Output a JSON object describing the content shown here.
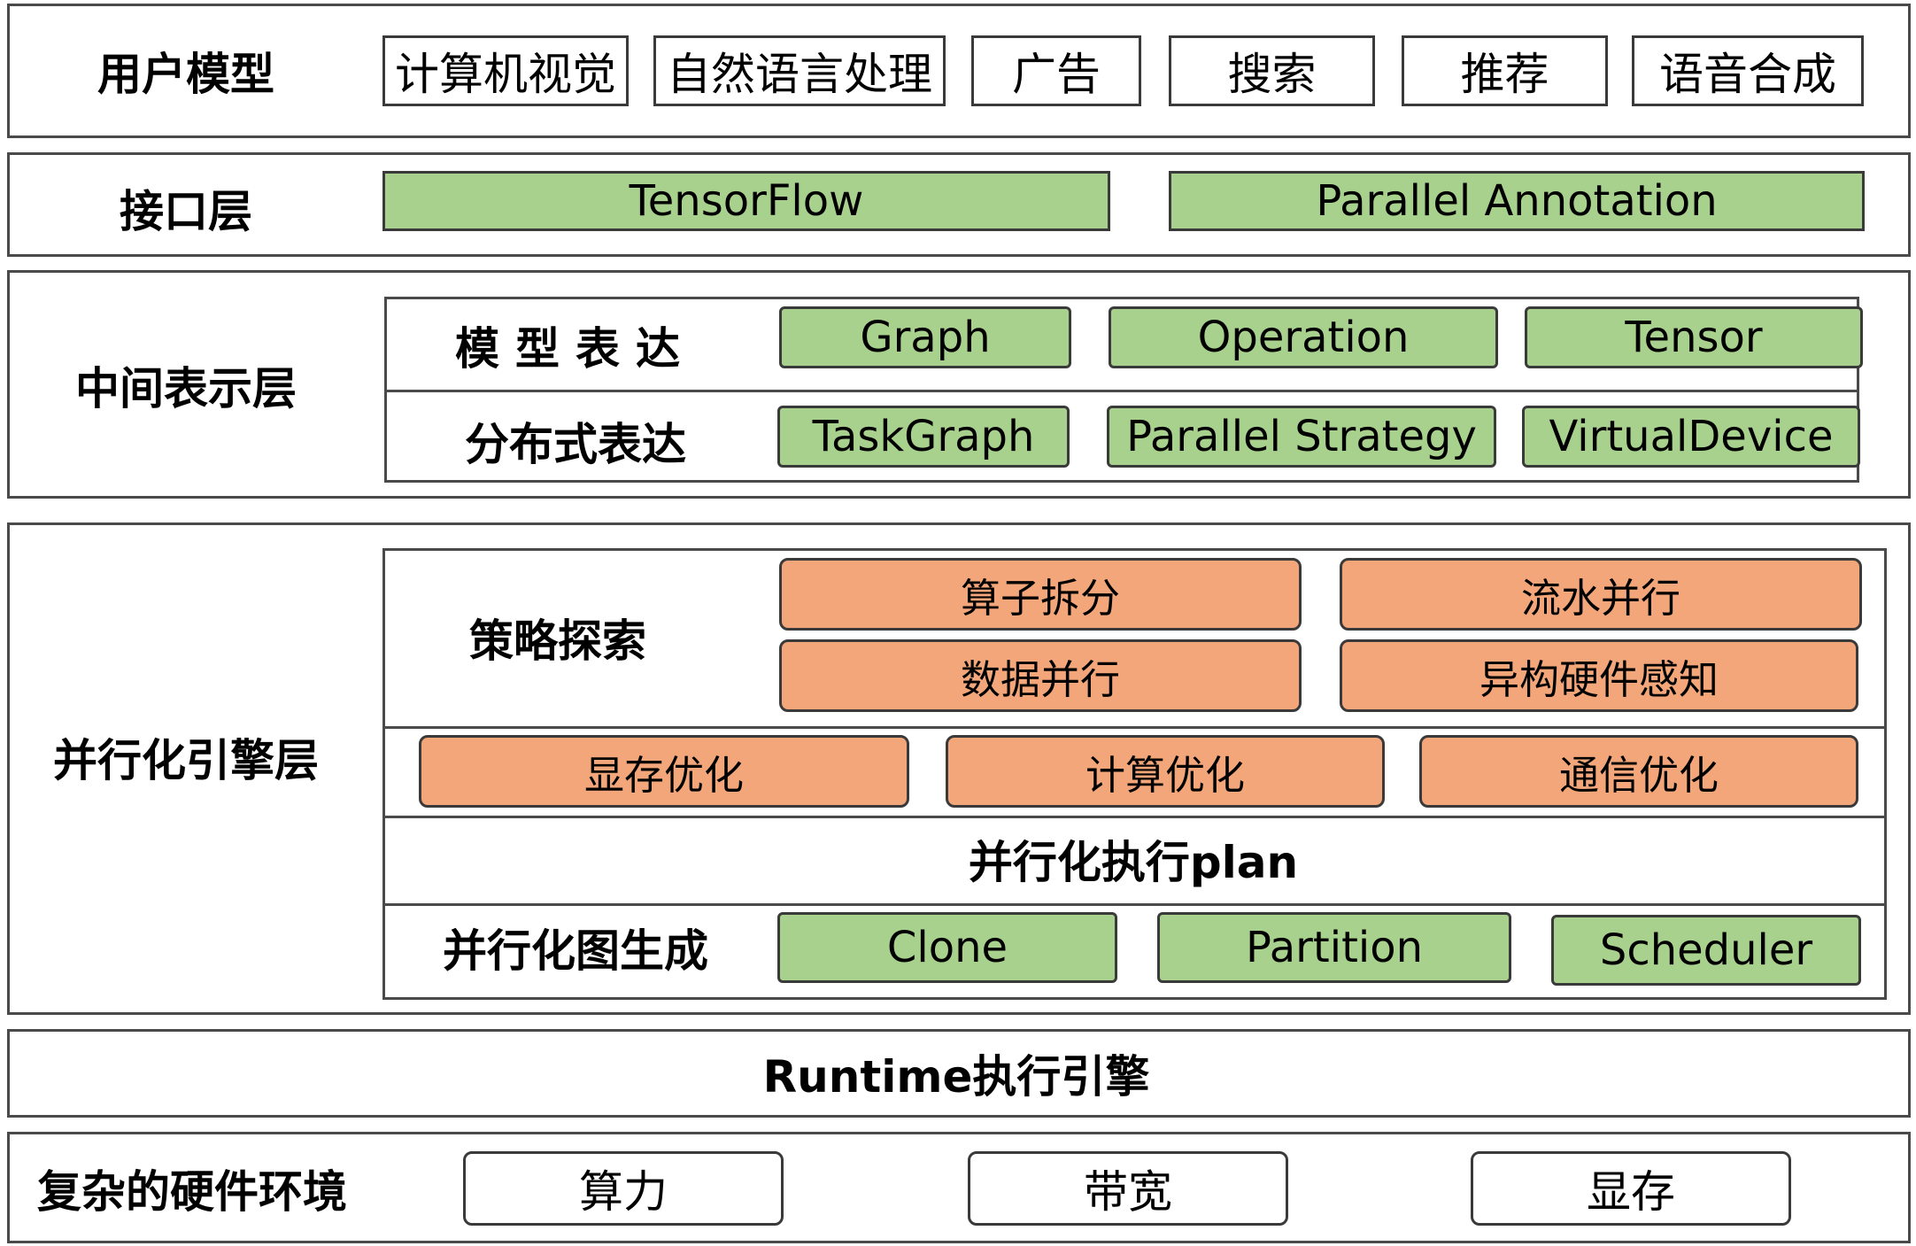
{
  "layers": {
    "user_model": {
      "title": "用户模型",
      "items": [
        "计算机视觉",
        "自然语言处理",
        "广告",
        "搜索",
        "推荐",
        "语音合成"
      ]
    },
    "interface": {
      "title": "接口层",
      "items": [
        "TensorFlow",
        "Parallel Annotation"
      ]
    },
    "ir": {
      "title": "中间表示层",
      "model_repr": {
        "label": "模型表达",
        "items": [
          "Graph",
          "Operation",
          "Tensor"
        ]
      },
      "dist_repr": {
        "label": "分布式表达",
        "items": [
          "TaskGraph",
          "Parallel Strategy",
          "VirtualDevice"
        ]
      }
    },
    "parallel_engine": {
      "title": "并行化引擎层",
      "strategy": {
        "label": "策略探索",
        "items": [
          "算子拆分",
          "流水并行",
          "数据并行",
          "异构硬件感知"
        ]
      },
      "optimizations": [
        "显存优化",
        "计算优化",
        "通信优化"
      ],
      "plan_label": "并行化执行plan",
      "graph_gen": {
        "label": "并行化图生成",
        "items": [
          "Clone",
          "Partition",
          "Scheduler"
        ]
      }
    },
    "runtime": {
      "title": "Runtime执行引擎"
    },
    "hardware": {
      "title": "复杂的硬件环境",
      "items": [
        "算力",
        "带宽",
        "显存"
      ]
    }
  },
  "colors": {
    "green_fill": "#a9d18e",
    "orange_fill": "#f3a67a",
    "border": "#4a4a4a"
  }
}
